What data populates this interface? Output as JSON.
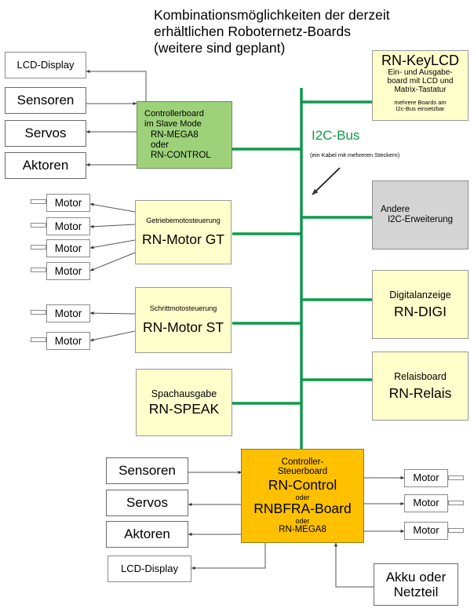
{
  "title": {
    "lines": [
      "Kombinationsmöglichkeiten der derzeit",
      "erhältlichen Roboternetz-Boards",
      "(weitere sind geplant)"
    ]
  },
  "bus": {
    "label": "I2C-Bus",
    "sublabel": "(ein Kabel mit mehreren Steckern)",
    "color": "#0e9a4a"
  },
  "boards": {
    "keylcd": {
      "name": "RN-KeyLCD",
      "desc": [
        "Ein- und Ausgabe-",
        "board mit LCD und",
        "Matrix-Tastatur"
      ],
      "note": [
        "mehrere Boards am",
        "I2c-Bus einsetzbar"
      ]
    },
    "slave": {
      "lines": [
        "Controllerboard",
        "im Slave Mode",
        "RN-MEGA8",
        "oder",
        "RN-CONTROL"
      ]
    },
    "motor_gt": {
      "caption": "Getriebemotosteuerung",
      "name": "RN-Motor GT"
    },
    "motor_st": {
      "caption": "Schrittmotosteuerung",
      "name": "RN-Motor ST"
    },
    "speak": {
      "caption": "Spachausgabe",
      "name": "RN-SPEAK"
    },
    "andere": {
      "lines": [
        "Andere",
        "I2C-Erweiterung"
      ]
    },
    "digi": {
      "caption": "Digitalanzeige",
      "name": "RN-DIGI"
    },
    "relais": {
      "caption": "Relaisboard",
      "name": "RN-Relais"
    },
    "master": {
      "line1": "Controller-",
      "line2": "Steuerboard",
      "name1": "RN-Control",
      "oder1": "oder",
      "name2": "RNBFRA-Board",
      "oder2": "oder",
      "name3": "RN-MEGA8"
    }
  },
  "peripherals": {
    "lcd": "LCD-Display",
    "sensoren": "Sensoren",
    "servos": "Servos",
    "aktoren": "Aktoren",
    "motor": "Motor",
    "akku": [
      "Akku oder",
      "Netzteil"
    ]
  },
  "colors": {
    "yellow": "#ffffcc",
    "green": "#9ed27a",
    "gray": "#d4d4d4",
    "orange": "#ffc000"
  }
}
